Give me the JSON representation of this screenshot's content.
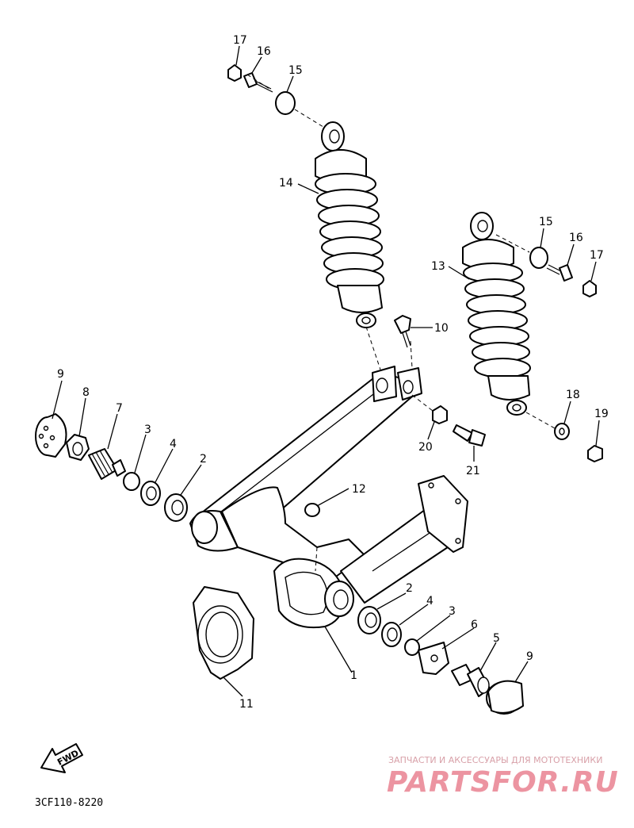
{
  "diagram_code": "3CF110-8220",
  "fwd_label": "FWD",
  "watermark": {
    "tagline": "ЗАПЧАСТИ И АКСЕССУАРЫ ДЛЯ МОТОТЕХНИКИ",
    "logo": "PARTSFOR.RU"
  },
  "callouts": {
    "c1": "1",
    "c2a": "2",
    "c2b": "2",
    "c3a": "3",
    "c3b": "3",
    "c4a": "4",
    "c4b": "4",
    "c5": "5",
    "c6": "6",
    "c7": "7",
    "c8": "8",
    "c9a": "9",
    "c9b": "9",
    "c10": "10",
    "c11": "11",
    "c12": "12",
    "c13": "13",
    "c14": "14",
    "c15a": "15",
    "c15b": "15",
    "c16a": "16",
    "c16b": "16",
    "c17a": "17",
    "c17b": "17",
    "c18": "18",
    "c19": "19",
    "c20": "20",
    "c21": "21"
  }
}
